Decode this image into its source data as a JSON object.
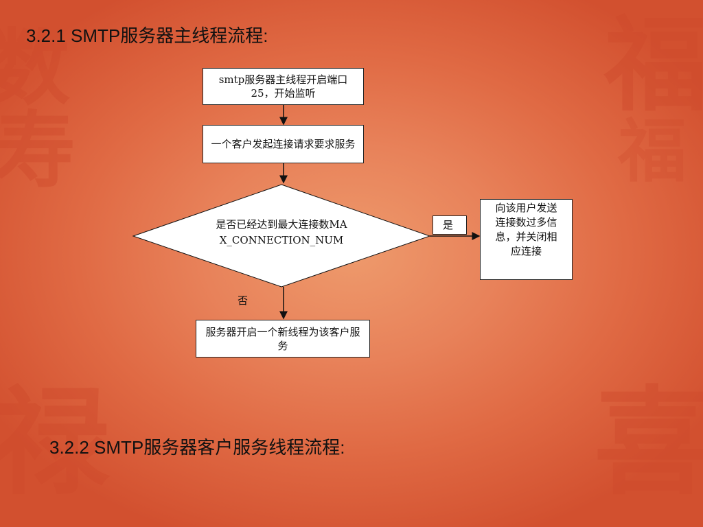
{
  "slide": {
    "heading1": "3.2.1 SMTP服务器主线程流程:",
    "heading2": "3.2.2 SMTP服务器客户服务线程流程:",
    "watermark": [
      "数",
      "寿",
      "福",
      "福",
      "禄",
      "喜"
    ]
  },
  "flowchart": {
    "start_box": "smtp服务器主线程开启端口25，开始监听",
    "request_box": "一个客户发起连接请求要求服务",
    "decision": "是否已经达到最大连接数MAX_CONNECTION_NUM",
    "yes_label": "是",
    "no_label": "否",
    "reject_box": "向该用户发送连接数过多信息，并关闭相应连接",
    "new_thread_box": "服务器开启一个新线程为该客户服务"
  }
}
